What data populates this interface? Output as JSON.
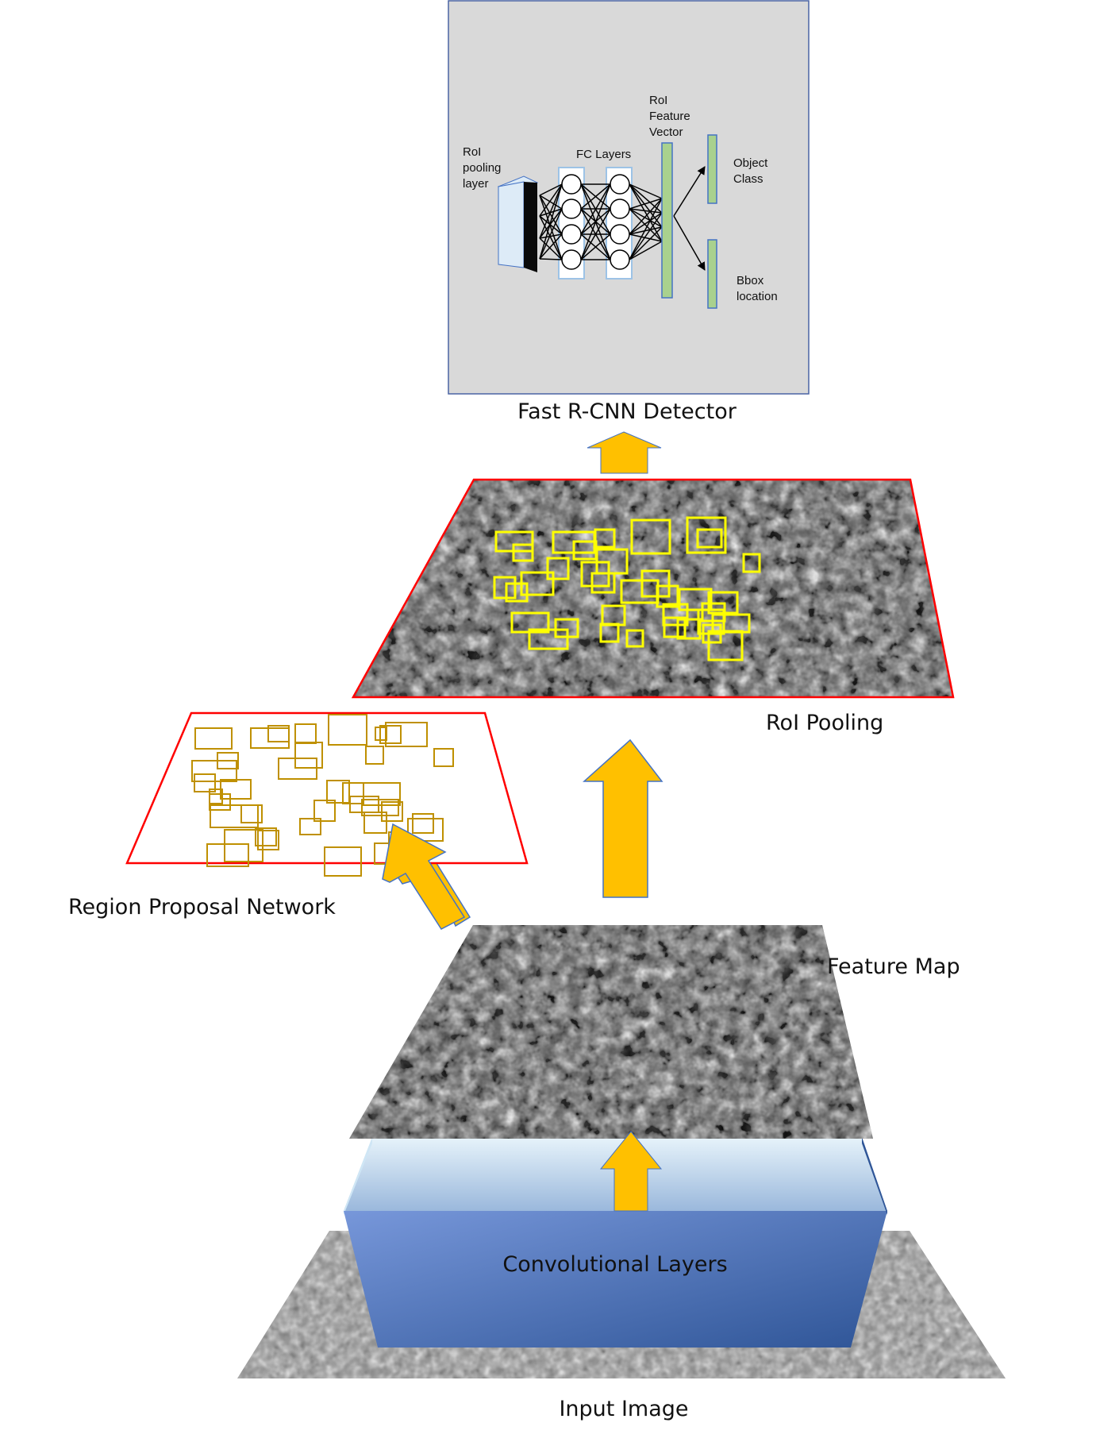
{
  "labels": {
    "fast_rcnn": "Fast R-CNN Detector",
    "roi_pooling": "RoI Pooling",
    "rpn": "Region Proposal Network",
    "feature_map": "Feature Map",
    "conv_layers": "Convolutional Layers",
    "input_image": "Input Image"
  },
  "detector": {
    "roi_pool_layer": [
      "RoI",
      "pooling",
      "layer"
    ],
    "fc_layers": "FC Layers",
    "roi_feature_vector": [
      "RoI",
      "Feature",
      "Vector"
    ],
    "object_class": [
      "Object",
      "Class"
    ],
    "bbox_location": [
      "Bbox",
      "location"
    ]
  },
  "colors": {
    "arrow_fill": "#FFC000",
    "arrow_stroke": "#4472C4",
    "plane_border": "#FF0000",
    "proposal_box": "#BF9000",
    "roi_box": "#FFFF00",
    "conv_front_top": "#6F8FD2",
    "conv_front_bottom": "#2F5597",
    "detector_bg": "#D9D9D9",
    "vector_green": "#A9D18E"
  },
  "icons": {
    "up_arrow": "up-arrow-icon",
    "diagonal_arrow": "diagonal-arrow-icon"
  }
}
